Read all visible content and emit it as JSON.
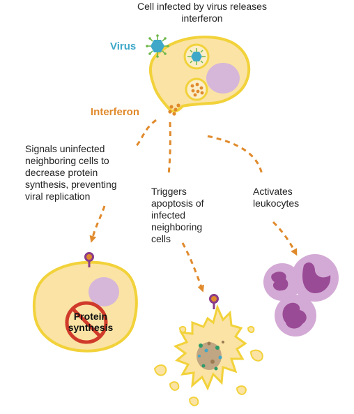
{
  "title": "Cell infected by virus releases interferon",
  "labels": {
    "virus": "Virus",
    "interferon": "Interferon",
    "signals": "Signals uninfected neighboring cells to decrease protein synthesis, preventing viral replication",
    "triggers": "Triggers apoptosis of infected neighboring cells",
    "activates": "Activates leukocytes",
    "protein_synthesis": "Protein synthesis"
  },
  "colors": {
    "cell_fill": "#fae3a4",
    "cell_border": "#f2d23a",
    "nucleus": "#d6b7d9",
    "virus": "#3fa8c8",
    "virus_label": "#3fa8c8",
    "interferon": "#e08a2c",
    "receptor": "#8a3b87",
    "leukocyte_fill": "#d3aad5",
    "leukocyte_nucleus": "#9a4b96",
    "no_sign": "#d03a2a",
    "debris_green": "#2e9a6a",
    "debris_brown": "#9b7b52"
  }
}
